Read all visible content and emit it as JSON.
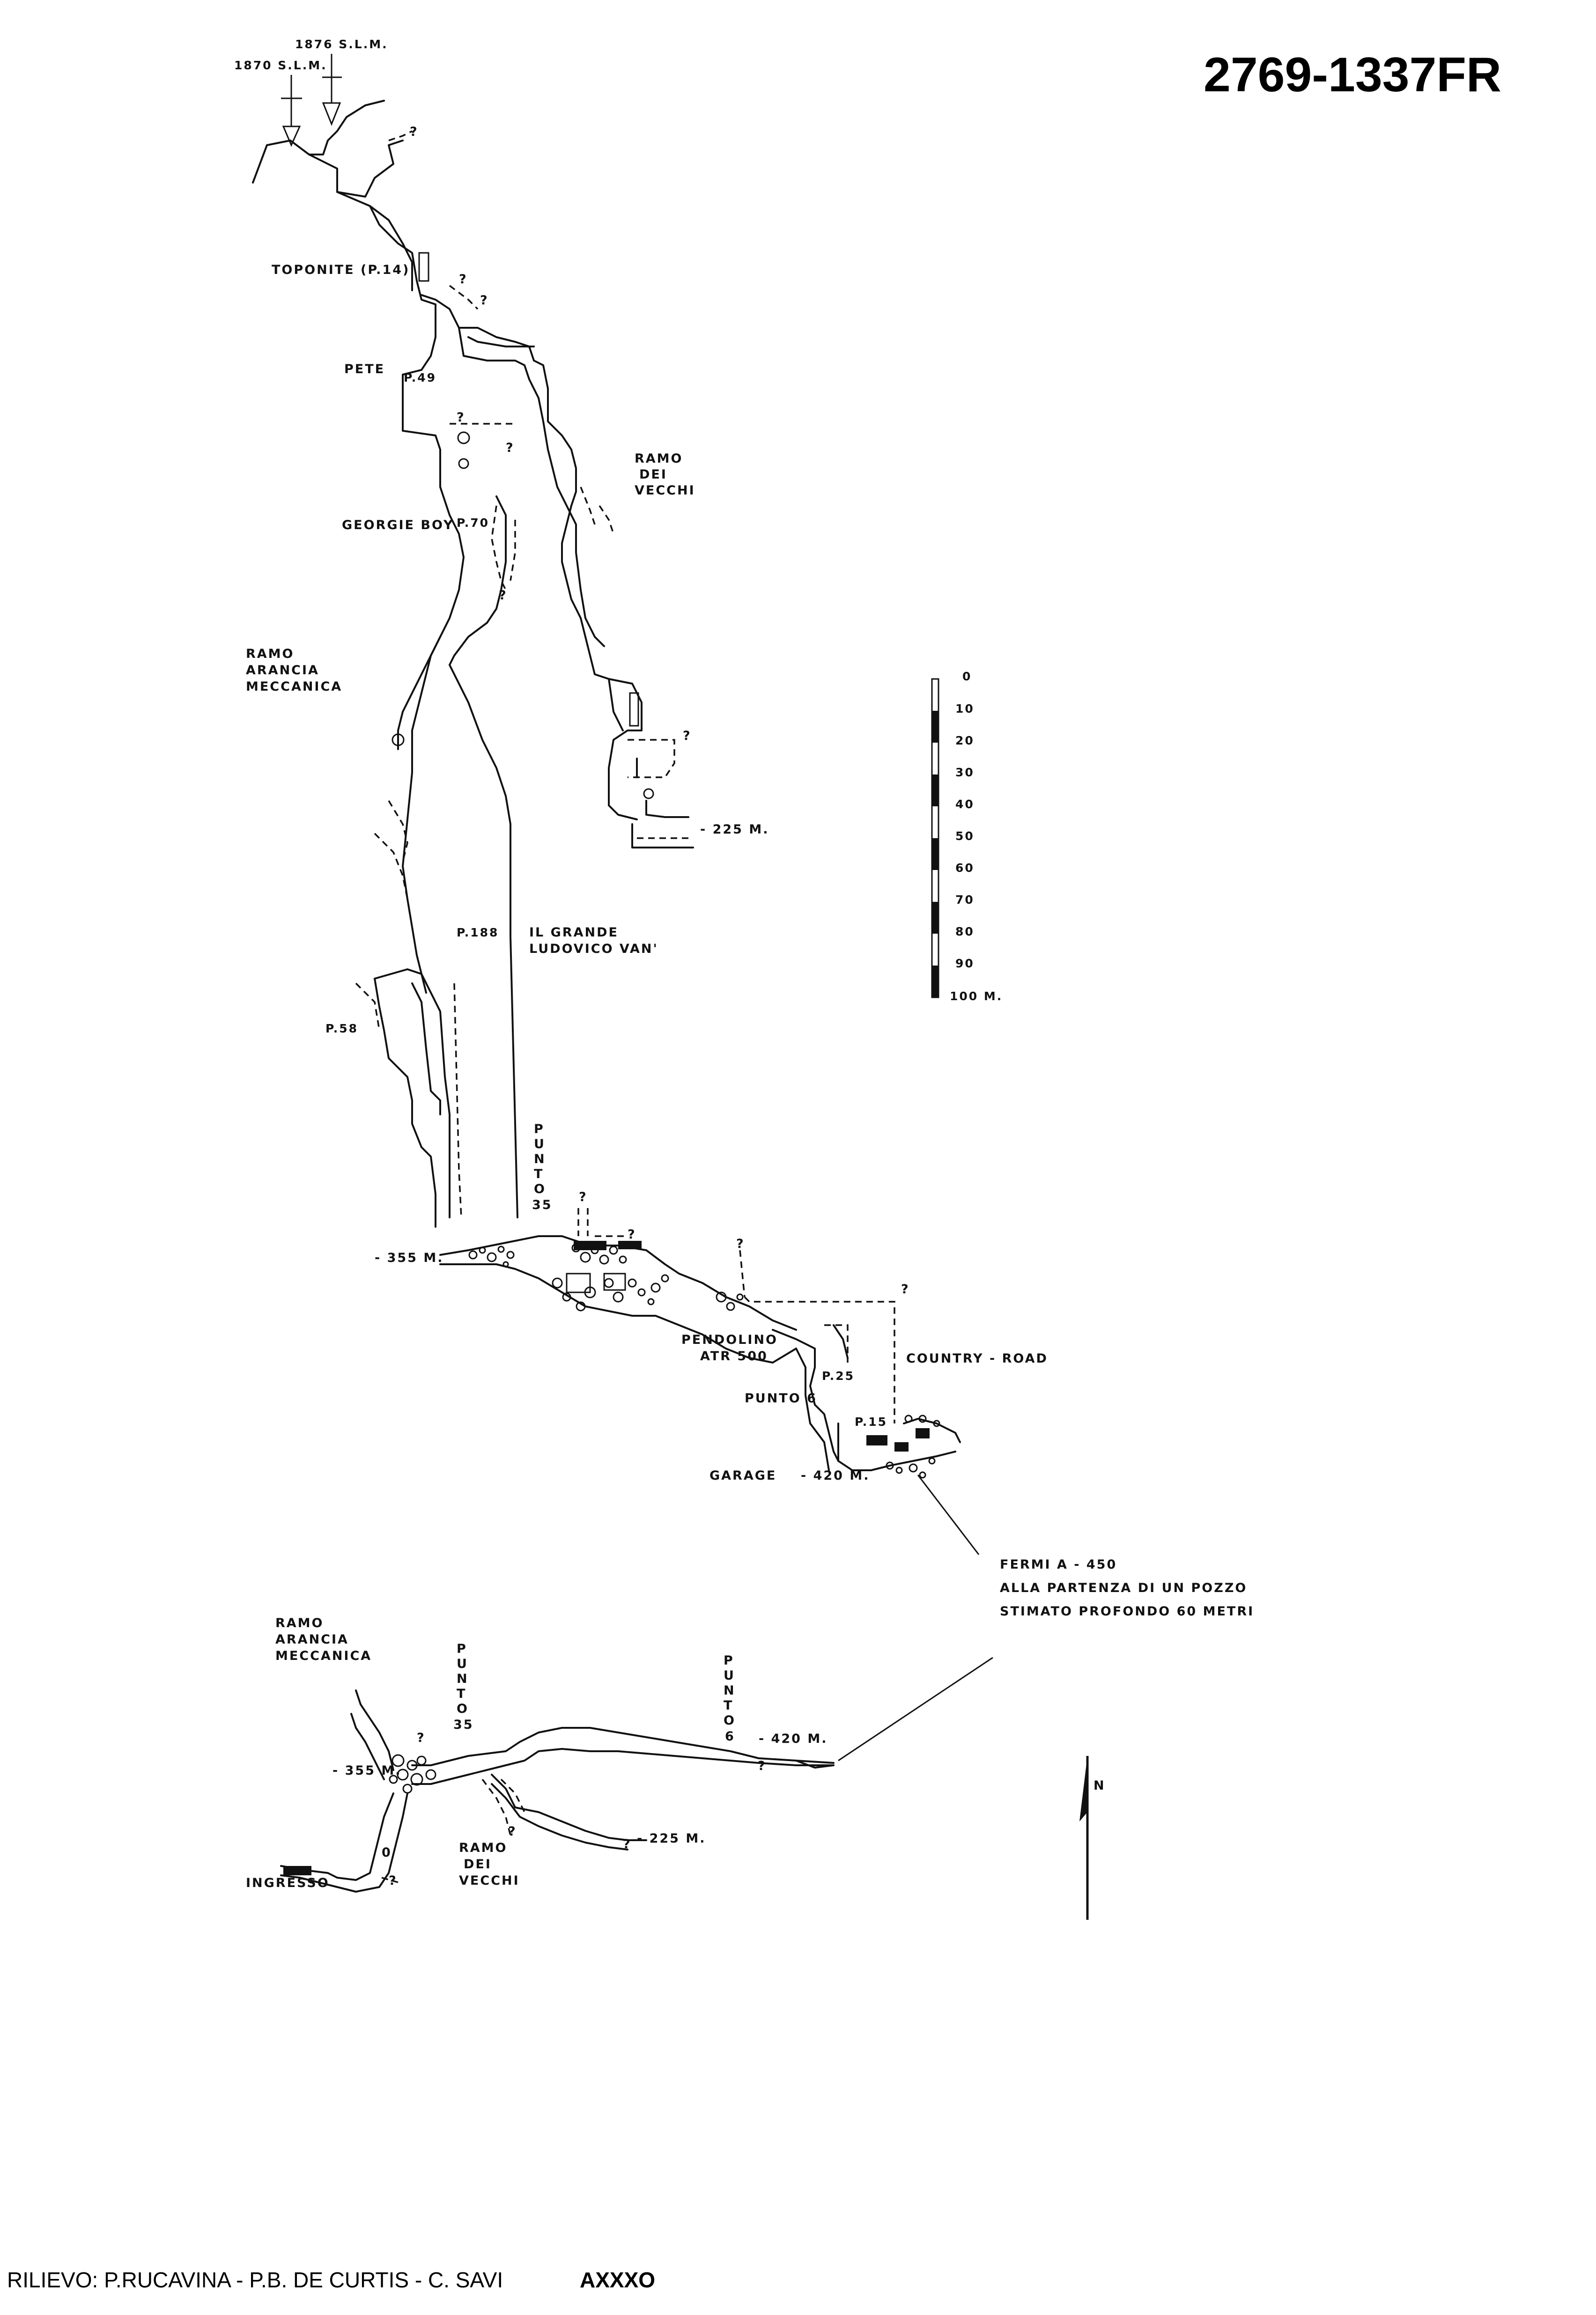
{
  "title": "2769-1337FR",
  "credits": {
    "text": "RILIEVO: P.RUCAVINA - P.B. DE CURTIS - C. SAVI",
    "suffix": "AXXXO"
  },
  "entrances": {
    "left": "1870 S.L.M.",
    "right": "1876 S.L.M."
  },
  "section_labels": {
    "toponite": "TOPONITE (P.14)",
    "pete": "PETE",
    "p49": "P.49",
    "georgie_boy": "GEORGIE BOY",
    "p70": "P.70",
    "ramo_vecchi": [
      "RAMO",
      "DEI",
      "VECCHI"
    ],
    "ramo_arancia": [
      "RAMO",
      "ARANCIA",
      "MECCANICA"
    ],
    "depth_225": "- 225 M.",
    "p188": "P.188",
    "grande_ludovico": [
      "IL GRANDE",
      "LUDOVICO VAN'"
    ],
    "p58": "P.58",
    "punto35": [
      "P",
      "U",
      "N",
      "T",
      "O",
      "35"
    ],
    "depth_355": "- 355 M.",
    "pendolino": [
      "PENDOLINO",
      "ATR 500"
    ],
    "country_road": "COUNTRY - ROAD",
    "p25": "P.25",
    "punto6": "PUNTO 6",
    "p15": "P.15",
    "garage": "GARAGE",
    "depth_420": "- 420 M.",
    "question": "?"
  },
  "note": {
    "lines": [
      "FERMI A - 450",
      "ALLA PARTENZA DI UN POZZO",
      "STIMATO PROFONDO 60 METRI"
    ]
  },
  "scale_bar": {
    "ticks": [
      "0",
      "10",
      "20",
      "30",
      "40",
      "50",
      "60",
      "70",
      "80",
      "90",
      "100 M."
    ]
  },
  "plan_labels": {
    "ramo_arancia": [
      "RAMO",
      "ARANCIA",
      "MECCANICA"
    ],
    "punto35": [
      "P",
      "U",
      "N",
      "T",
      "O",
      "35"
    ],
    "punto6": [
      "P",
      "U",
      "N",
      "T",
      "O",
      "6"
    ],
    "depth_420": "- 420 M.",
    "depth_355": "- 355 M.",
    "depth_225": "- 225 M.",
    "ramo_vecchi": [
      "RAMO",
      "DEI",
      "VECCHI"
    ],
    "ingresso": "INGRESSO",
    "zero": "0"
  },
  "north": "N"
}
